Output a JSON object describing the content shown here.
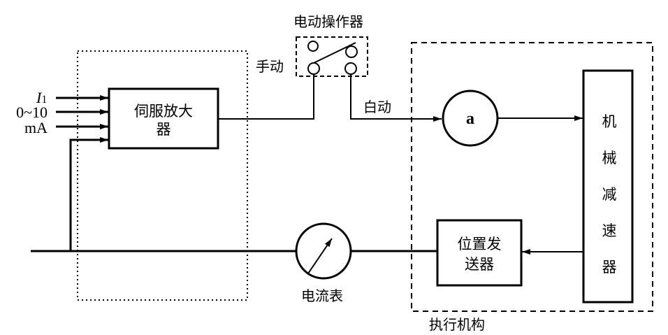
{
  "diagram": {
    "type": "block-diagram",
    "colors": {
      "line": "#000000",
      "background": "#ffffff"
    },
    "inputs": {
      "i1_symbol": "I",
      "i1_subscript": "1",
      "range": "0~10",
      "unit": "mA"
    },
    "servo_amplifier": {
      "line1": "伺服放大",
      "line2": "器"
    },
    "electric_operator": {
      "label": "电动操作器",
      "manual_label": "手动",
      "auto_label": "白动"
    },
    "motor": {
      "label": "a"
    },
    "reducer": {
      "chars": [
        "机",
        "械",
        "减",
        "速",
        "器"
      ]
    },
    "position_transmitter": {
      "line1": "位置发",
      "line2": "送器"
    },
    "ammeter": {
      "label": "电流表"
    },
    "actuator": {
      "label": "执行机构"
    }
  }
}
